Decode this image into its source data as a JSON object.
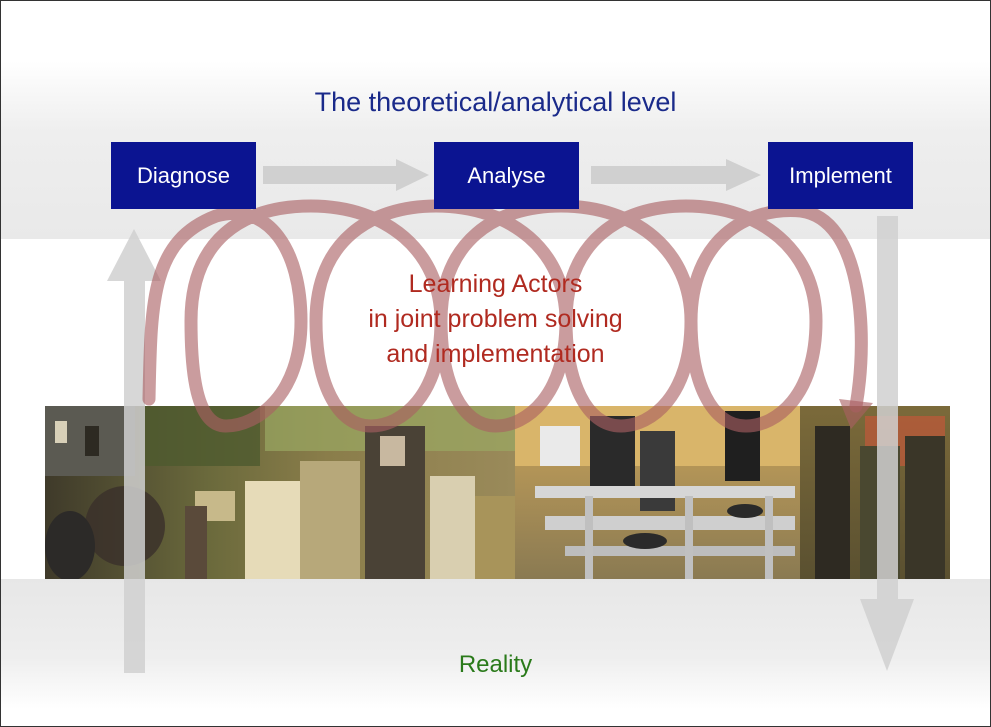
{
  "header": {
    "title": "The theoretical/analytical level"
  },
  "steps": [
    {
      "label": "Diagnose"
    },
    {
      "label": "Analyse"
    },
    {
      "label": "Implement"
    }
  ],
  "spiral_text": [
    "Learning Actors",
    "in joint problem solving",
    "and implementation"
  ],
  "footer": {
    "reality_label": "Reality"
  },
  "colors": {
    "box_fill": "#0b1491",
    "title_text": "#1a2a8a",
    "spiral": "#a95f62",
    "spiral_text": "#b02a20",
    "reality_text": "#2a7a1a",
    "arrows": "#d0d0d0"
  }
}
